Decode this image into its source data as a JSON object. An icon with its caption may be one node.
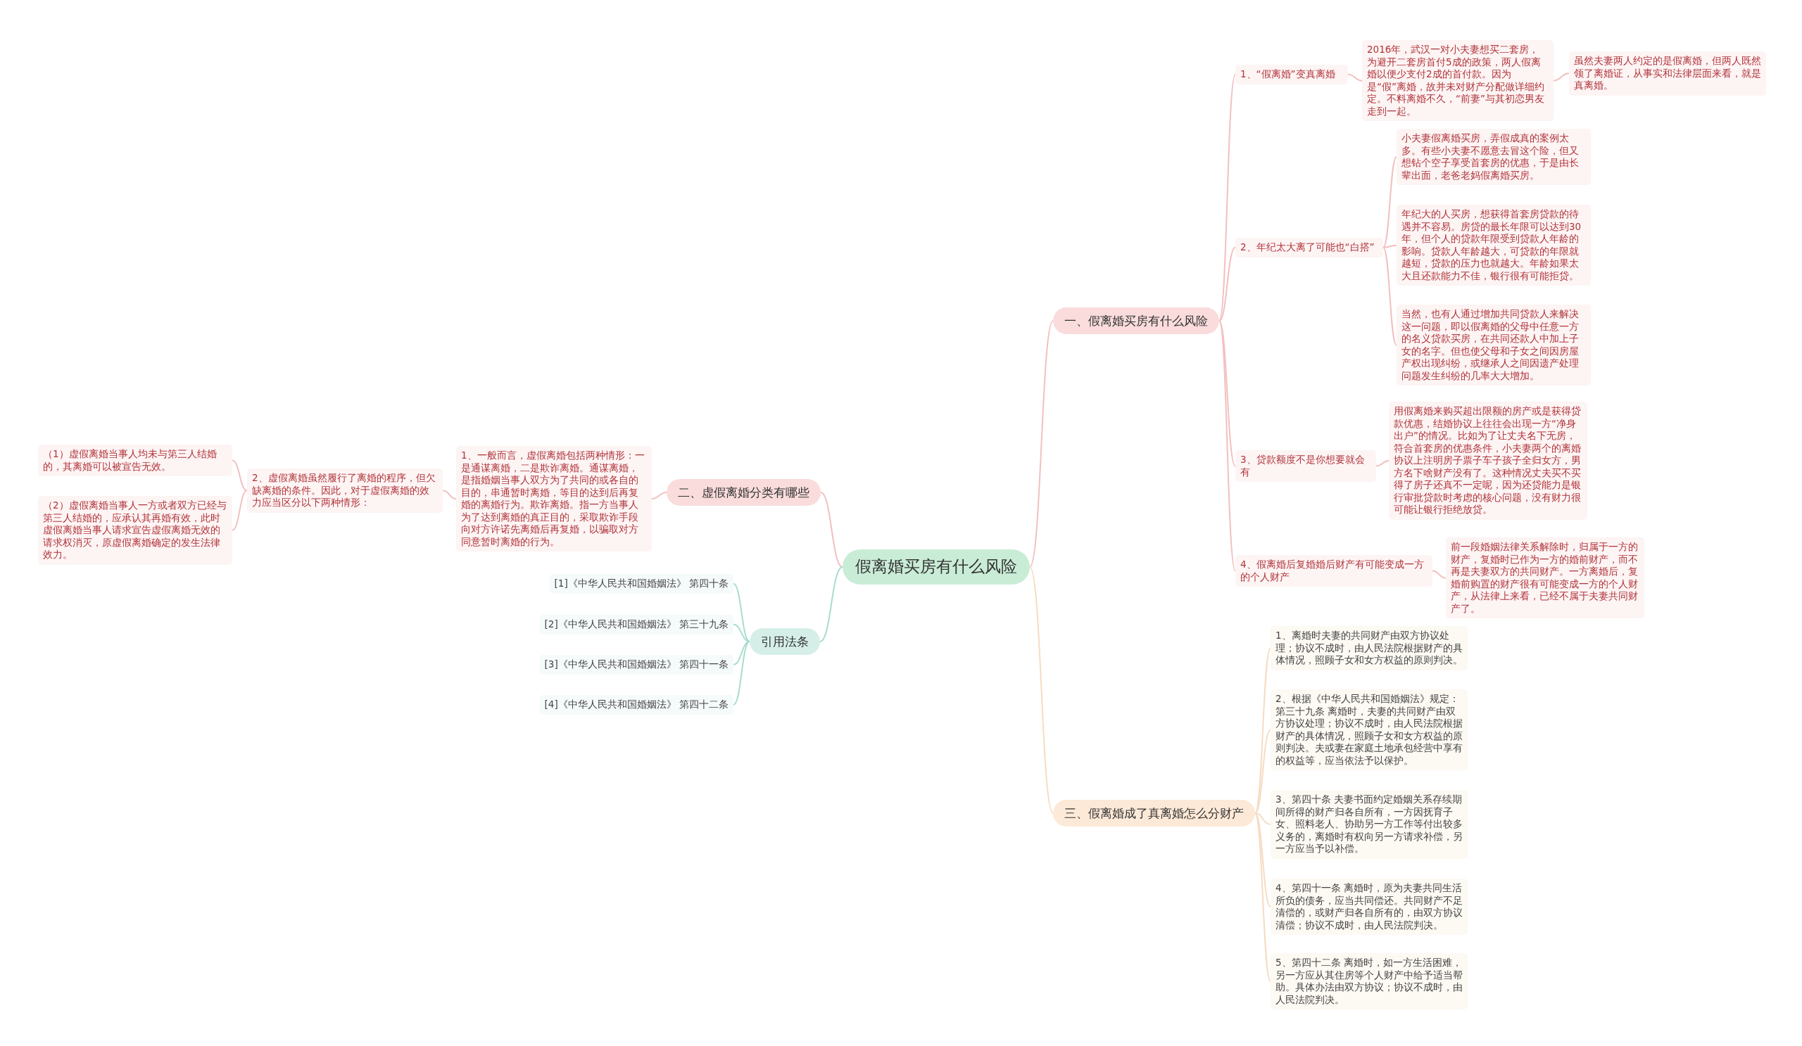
{
  "diagram": {
    "nodes": [
      {
        "text": [
          "假离婚买房有什么风险"
        ]
      },
      {
        "text": [
          "一、假离婚买房有什么风险"
        ]
      },
      {
        "text": [
          "1、“假离婚”变真离婚"
        ]
      },
      {
        "text": [
          "2016年，武汉一对小夫妻想买二套房，为避开二套房首付5成的政策，两人假离婚以便少支付2成的首付款。因为是“假”离婚，故并未对财产分配做详细约定。不料离婚不久，“前妻”与其初恋男友走到一起。"
        ]
      },
      {
        "text": [
          "虽然夫妻两人约定的是假离婚，但两人既然领了离婚证，从事实和法律层面来看，就是真离婚。"
        ]
      },
      {
        "text": [
          "2、年纪太大离了可能也“白搭”"
        ]
      },
      {
        "text": [
          "小夫妻假离婚买房，弄假成真的案例太多。有些小夫妻不愿意去冒这个险，但又想钻个空子享受首套房的优惠，于是由长辈出面，老爸老妈假离婚买房。"
        ]
      },
      {
        "text": [
          "年纪大的人买房，想获得首套房贷款的待遇并不容易。房贷的最长年限可以达到30年，但个人的贷款年限受到贷款人年龄的影响。贷款人年龄越大，可贷款的年限就越短，贷款的压力也就越大。年龄如果太大且还款能力不佳，银行很有可能拒贷。"
        ]
      },
      {
        "text": [
          "当然，也有人通过增加共同贷款人来解决这一问题，即以假离婚的父母中任意一方的名义贷款买房，在共同还款人中加上子女的名字。但也使父母和子女之间因房屋产权出现纠纷，或继承人之间因遗产处理问题发生纠纷的几率大大增加。"
        ]
      },
      {
        "text": [
          "3、贷款额度不是你想要就会有"
        ]
      },
      {
        "text": [
          "用假离婚来购买超出限额的房产或是获得贷款优惠，结婚协议上往往会出现一方“净身出户”的情况。比如为了让丈夫名下无房，符合首套房的优惠条件，小夫妻两个的离婚协议上注明房子票子车子孩子全归女方，男方名下啥财产没有了。这种情况丈夫买不买得了房子还真不一定呢，因为还贷能力是银行审批贷款时考虑的核心问题，没有财力很可能让银行拒绝放贷。"
        ]
      },
      {
        "text": [
          "4、假离婚后复婚婚后财产有可能变成一方的个人财产"
        ]
      },
      {
        "text": [
          "前一段婚姻法律关系解除时，归属于一方的财产，复婚时已作为一方的婚前财产，而不再是夫妻双方的共同财产。一方离婚后，复婚前购置的财产很有可能变成一方的个人财产，从法律上来看，已经不属于夫妻共同财产了。"
        ]
      },
      {
        "text": [
          "二、虚假离婚分类有哪些"
        ]
      },
      {
        "text": [
          "1、一般而言，虚假离婚包括两种情形：一是通谋离婚，二是欺诈离婚。通谋离婚，是指婚姻当事人双方为了共同的或各自的目的，串通暂时离婚，等目的达到后再复婚的离婚行为。欺诈离婚。指一方当事人为了达到离婚的真正目的，采取欺诈手段向对方许诺先离婚后再复婚，以骗取对方同意暂时离婚的行为。"
        ]
      },
      {
        "text": [
          "2、虚假离婚虽然履行了离婚的程序，但欠缺离婚的条件。因此，对于虚假离婚的效力应当区分以下两种情形："
        ]
      },
      {
        "text": [
          "（1）虚假离婚当事人均未与第三人结婚的，其离婚可以被宣告无效。"
        ]
      },
      {
        "text": [
          "（2）虚假离婚当事人一方或者双方已经与第三人结婚的，应承认其再婚有效，此时虚假离婚当事人请求宣告虚假离婚无效的请求权消灭，原虚假离婚确定的发生法律效力。"
        ]
      },
      {
        "text": [
          "引用法条"
        ]
      },
      {
        "text": [
          "[1]《中华人民共和国婚姻法》 第四十条"
        ]
      },
      {
        "text": [
          "[2]《中华人民共和国婚姻法》 第三十九条"
        ]
      },
      {
        "text": [
          "[3]《中华人民共和国婚姻法》 第四十一条"
        ]
      },
      {
        "text": [
          "[4]《中华人民共和国婚姻法》 第四十二条"
        ]
      },
      {
        "text": [
          "三、假离婚成了真离婚怎么分财产"
        ]
      },
      {
        "text": [
          "1、离婚时夫妻的共同财产由双方协议处理；协议不成时，由人民法院根据财产的具体情况，照顾子女和女方权益的原则判决。"
        ]
      },
      {
        "text": [
          "2、根据《中华人民共和国婚姻法》规定：第三十九条 离婚时，夫妻的共同财产由双方协议处理；协议不成时，由人民法院根据财产的具体情况，照顾子女和女方权益的原则判决。夫或妻在家庭土地承包经营中享有的权益等，应当依法予以保护。"
        ]
      },
      {
        "text": [
          "3、第四十条 夫妻书面约定婚姻关系存续期间所得的财产归各自所有，一方因抚育子女、照料老人、协助另一方工作等付出较多义务的，离婚时有权向另一方请求补偿，另一方应当予以补偿。"
        ]
      },
      {
        "text": [
          "4、第四十一条 离婚时，原为夫妻共同生活所负的债务，应当共同偿还。共同财产不足清偿的，或财产归各自所有的，由双方协议清偿；协议不成时，由人民法院判决。"
        ]
      },
      {
        "text": [
          "5、第四十二条 离婚时，如一方生活困难，另一方应从其住房等个人财产中给予适当帮助。具体办法由双方协议；协议不成时，由人民法院判决。"
        ]
      }
    ],
    "edges": [
      {
        "from": 0,
        "to": 1,
        "arrow": "none"
      },
      {
        "from": 1,
        "to": 2,
        "arrow": "none"
      },
      {
        "from": 2,
        "to": 3,
        "arrow": "none"
      },
      {
        "from": 3,
        "to": 4,
        "arrow": "none"
      },
      {
        "from": 1,
        "to": 5,
        "arrow": "none"
      },
      {
        "from": 5,
        "to": 6,
        "arrow": "none"
      },
      {
        "from": 5,
        "to": 7,
        "arrow": "none"
      },
      {
        "from": 5,
        "to": 8,
        "arrow": "none"
      },
      {
        "from": 1,
        "to": 9,
        "arrow": "none"
      },
      {
        "from": 9,
        "to": 10,
        "arrow": "none"
      },
      {
        "from": 1,
        "to": 11,
        "arrow": "none"
      },
      {
        "from": 11,
        "to": 12,
        "arrow": "none"
      },
      {
        "from": 0,
        "to": 13,
        "arrow": "none"
      },
      {
        "from": 13,
        "to": 14,
        "arrow": "none"
      },
      {
        "from": 14,
        "to": 15,
        "arrow": "none"
      },
      {
        "from": 15,
        "to": 16,
        "arrow": "none"
      },
      {
        "from": 15,
        "to": 17,
        "arrow": "none"
      },
      {
        "from": 0,
        "to": 18,
        "arrow": "none",
        "color": "#a8dccf"
      },
      {
        "from": 18,
        "to": 19,
        "arrow": "none",
        "color": "#a8dccf"
      },
      {
        "from": 18,
        "to": 20,
        "arrow": "none",
        "color": "#a8dccf"
      },
      {
        "from": 18,
        "to": 21,
        "arrow": "none",
        "color": "#a8dccf"
      },
      {
        "from": 18,
        "to": 22,
        "arrow": "none",
        "color": "#a8dccf"
      },
      {
        "from": 0,
        "to": 23,
        "arrow": "none",
        "color": "#f6dcc2"
      },
      {
        "from": 23,
        "to": 24,
        "arrow": "none",
        "color": "#f6dcc2"
      },
      {
        "from": 23,
        "to": 25,
        "arrow": "none",
        "color": "#f6dcc2"
      },
      {
        "from": 23,
        "to": 26,
        "arrow": "none",
        "color": "#f6dcc2"
      },
      {
        "from": 23,
        "to": 27,
        "arrow": "none",
        "color": "#f6dcc2"
      },
      {
        "from": 23,
        "to": 28,
        "arrow": "none",
        "color": "#f6dcc2"
      }
    ]
  }
}
